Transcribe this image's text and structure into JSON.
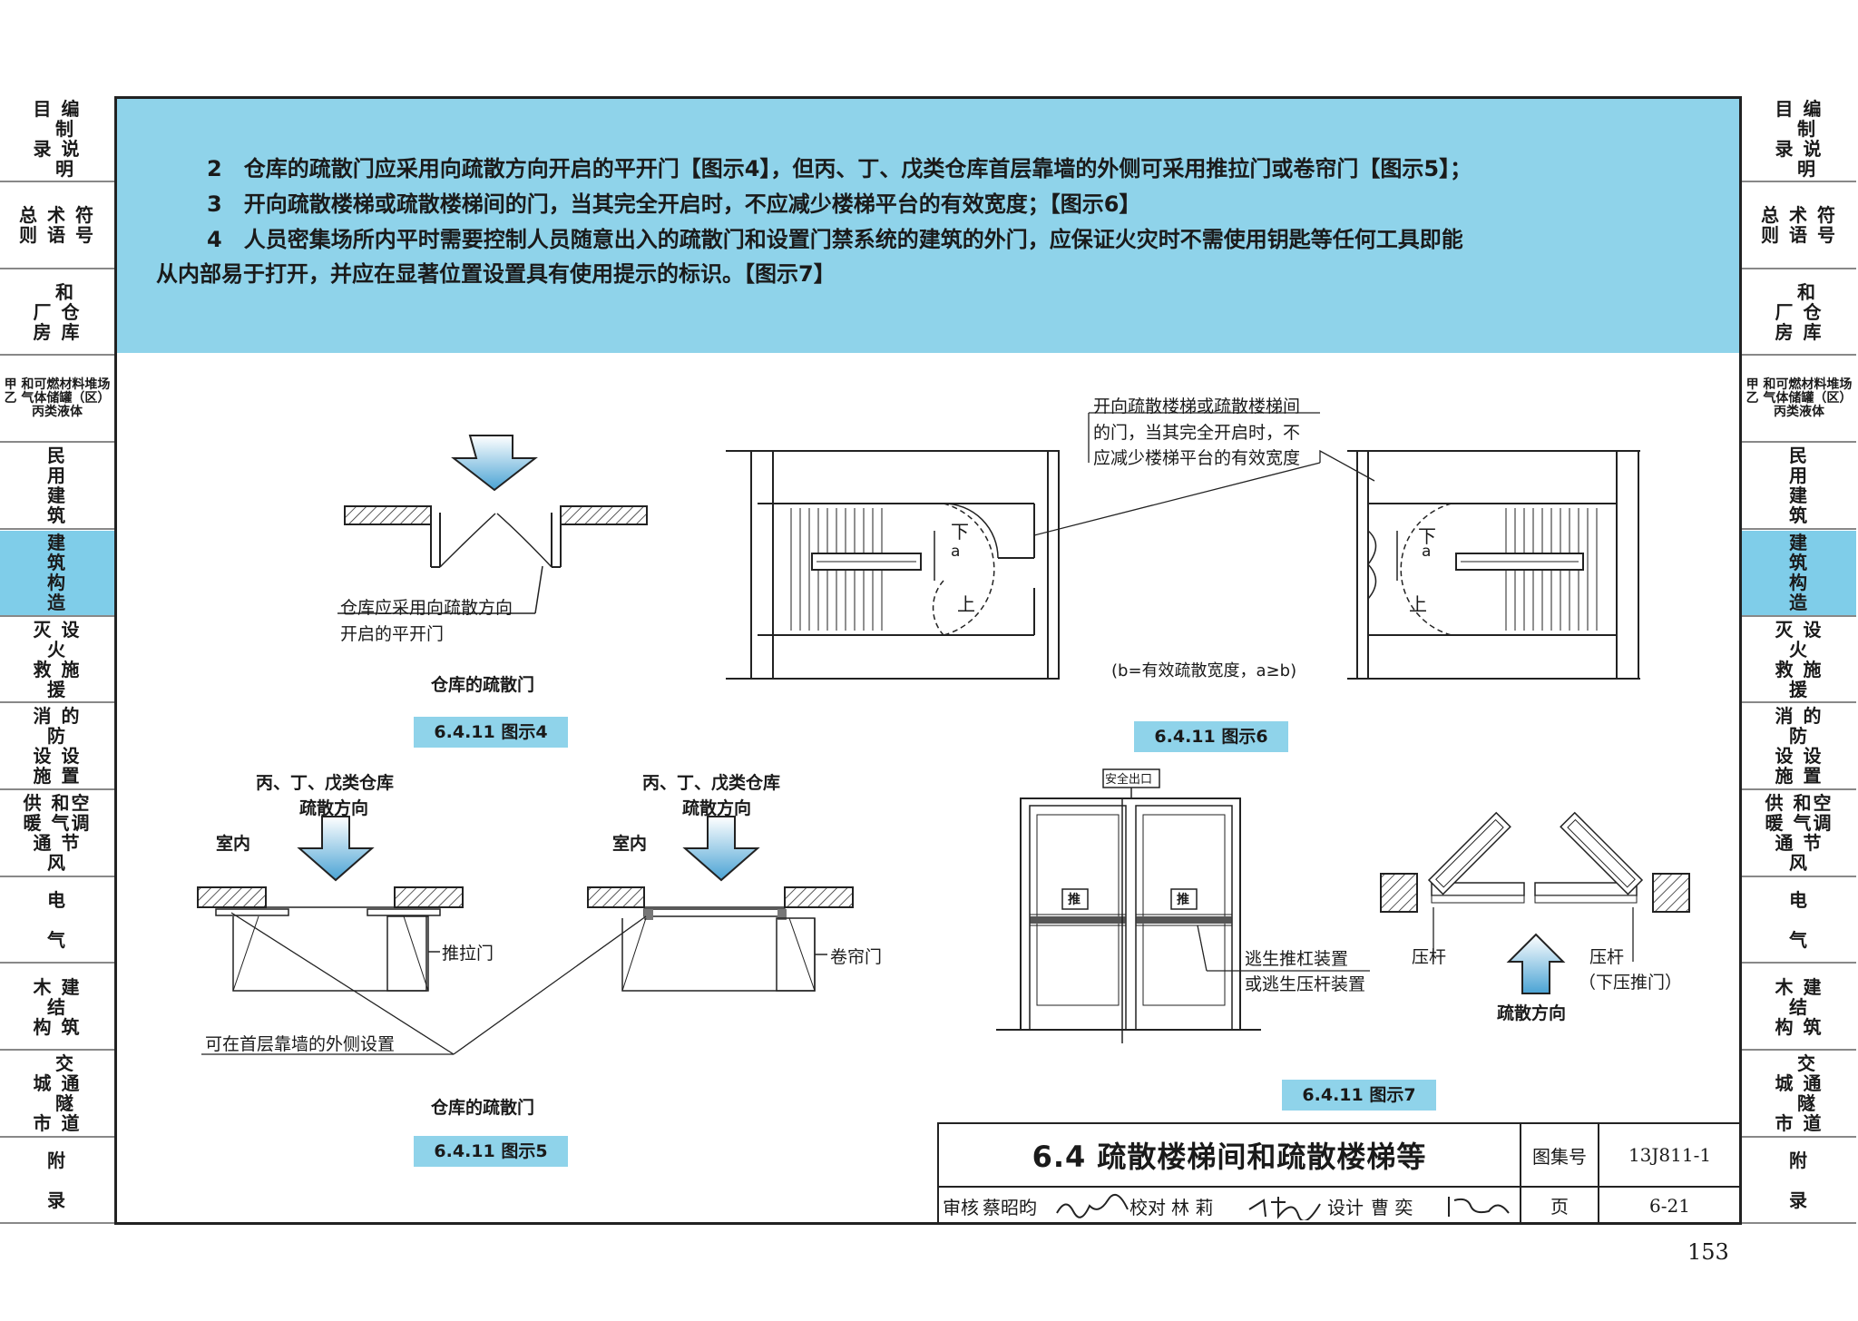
{
  "sidebar": {
    "tabs": [
      {
        "label": "目 编\n  制\n录 说\n  明",
        "active": false
      },
      {
        "label": "总 术 符\n则 语 号",
        "active": false
      },
      {
        "label": "  和\n厂 仓\n房 库",
        "active": false
      },
      {
        "label": "甲 和可燃材料堆场\n乙 气体储罐（区）\n丙类液体",
        "active": false,
        "small": true
      },
      {
        "label": "民\n用\n建\n筑",
        "active": false
      },
      {
        "label": "建\n筑\n构\n造",
        "active": true
      },
      {
        "label": "灭 设\n火\n救 施\n援",
        "active": false
      },
      {
        "label": "消 的\n防\n设 设\n施 置",
        "active": false
      },
      {
        "label": "供 和空\n暖 气调\n通 节\n风",
        "active": false
      },
      {
        "label": "电\n\n气",
        "active": false
      },
      {
        "label": "木 建\n结\n构 筑",
        "active": false
      },
      {
        "label": "  交\n城 通\n  隧\n市 道",
        "active": false
      },
      {
        "label": "附\n\n录",
        "active": false
      }
    ]
  },
  "clauses": {
    "c2": "2　仓库的疏散门应采用向疏散方向开启的平开门【图示4】，但丙、丁、戊类仓库首层靠墙的外侧可采用推拉门或卷帘门【图示5】；",
    "c3": "3　开向疏散楼梯或疏散楼梯间的门，当其完全开启时，不应减少楼梯平台的有效宽度；【图示6】",
    "c4a": "4　人员密集场所内平时需要控制人员随意出入的疏散门和设置门禁系统的建筑的外门，应保证火灾时不需使用钥匙等任何工具即能",
    "c4b": "从内部易于打开，并应在显著位置设置具有使用提示的标识。【图示7】"
  },
  "fig4": {
    "note_line1": "仓库应采用向疏散方向",
    "note_line2": "开启的平开门",
    "subtitle": "仓库的疏散门",
    "caption": "6.4.11  图示4"
  },
  "fig5": {
    "left_top1": "丙、丁、戊类仓库",
    "left_top2": "疏散方向",
    "right_top1": "丙、丁、戊类仓库",
    "right_top2": "疏散方向",
    "indoor_left": "室内",
    "indoor_right": "室内",
    "sliding": "推拉门",
    "rolling": "卷帘门",
    "note": "可在首层靠墙的外侧设置",
    "subtitle": "仓库的疏散门",
    "caption": "6.4.11  图示5"
  },
  "fig6": {
    "note_line1": "开向疏散楼梯或疏散楼梯间",
    "note_line2": "的门，当其完全开启时，不",
    "note_line3": "应减少楼梯平台的有效宽度",
    "down": "下",
    "up": "上",
    "a": "a",
    "formula": "(b=有效疏散宽度，a≥b)",
    "caption": "6.4.11  图示6"
  },
  "fig7": {
    "exit_sign": "安全出口",
    "push": "推",
    "device_line1": "逃生推杠装置",
    "device_line2": "或逃生压杆装置",
    "bar_left": "压杆",
    "bar_right": "压杆",
    "bar_right_note": "（下压推门）",
    "direction": "疏散方向",
    "caption": "6.4.11  图示7"
  },
  "title_block": {
    "section_title": "6.4  疏散楼梯间和疏散楼梯等",
    "atlas_label": "图集号",
    "atlas_no": "13J811-1",
    "review_label": "审核",
    "reviewer": "蔡昭昀",
    "check_label": "校对",
    "checker": "林  莉",
    "design_label": "设计",
    "designer": "曹  奕",
    "page_label": "页",
    "page_no": "6-21"
  },
  "page_number": "153"
}
